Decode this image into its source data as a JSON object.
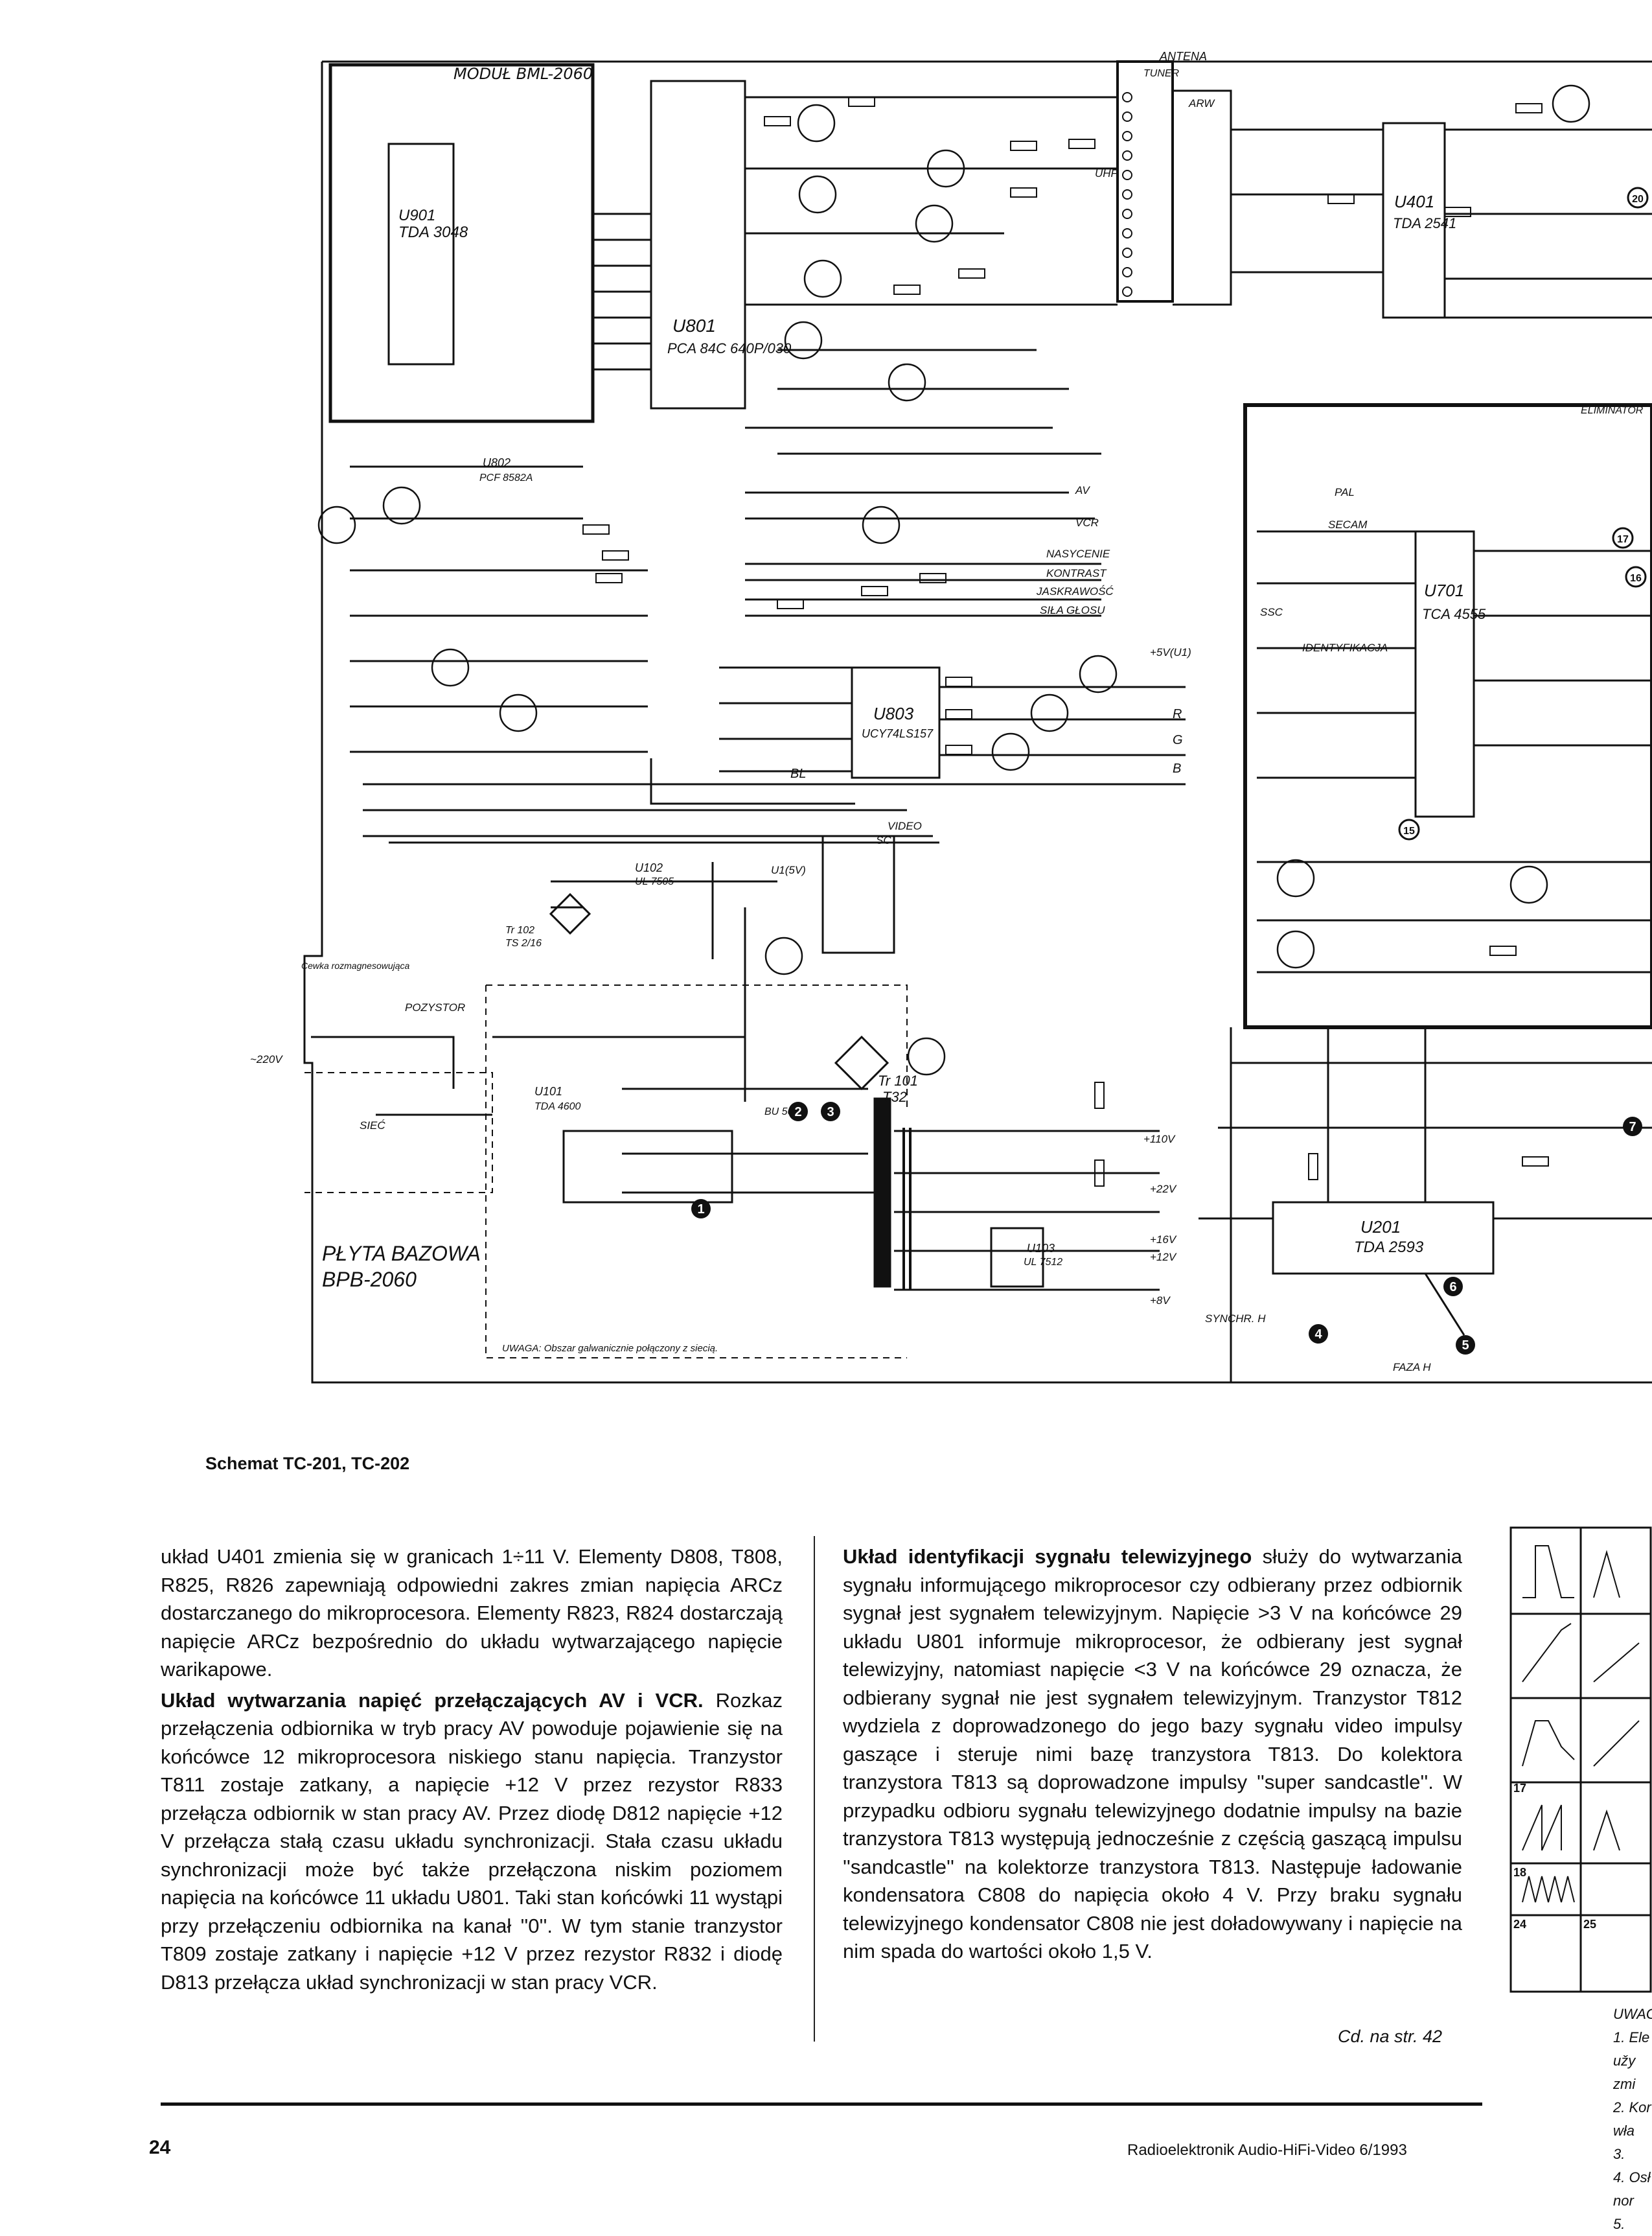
{
  "schematic": {
    "module_label": "MODUŁ BML-2060",
    "board_label_1": "PŁYTA BAZOWA",
    "board_label_2": "BPB-2060",
    "antenna_label": "ANTENA",
    "tuner_label": "TUNER",
    "eliminator_label": "ELIMINATOR",
    "uwaga_note": "UWAGA: Obszar galwanicznie połączony z siecią.",
    "ics": {
      "u901": "U901",
      "u901_type": "TDA 3048",
      "u801": "U801",
      "u801_type": "PCA 84C 640P/030",
      "u803": "U803",
      "u803_type": "UCY74LS157",
      "u401": "U401",
      "u401_type": "TDA 2541",
      "u701": "U701",
      "u701_type": "TCA 4555",
      "u201": "U201",
      "u201_type": "TDA 2593",
      "u802": "U802",
      "u802_type": "PCF 8582A",
      "u101": "U101",
      "u101_type": "TDA 4600",
      "u102": "U102",
      "u102_type": "UL 7505",
      "u103": "U103",
      "u103_type": "UL 7512",
      "tr101": "Tr 101",
      "tr101_type": "T32",
      "tr102": "Tr 102",
      "tr102_type": "TS 2/16",
      "bu508a": "BU 508A"
    },
    "signal_labels": {
      "nasycenie": "NASYCENIE",
      "kontrast": "KONTRAST",
      "jaskrawosc": "JASKRAWOŚĆ",
      "sila_glosu": "SIŁA GŁOSU",
      "av": "AV",
      "vcr": "VCR",
      "video": "VIDEO",
      "sc": "SC",
      "pal": "PAL",
      "secam": "SECAM",
      "ssc": "SSC",
      "identyfikacja": "IDENTYFIKACJA",
      "uhf": "UHF",
      "arw": "ARW",
      "r": "R",
      "g": "G",
      "b": "B",
      "bl": "BL",
      "synchr": "SYNCHR. H",
      "faza": "FAZA H",
      "pozystor": "POZYSTOR",
      "siec": "SIEĆ",
      "cewka": "Cewka rozmagnesowująca",
      "mains_voltage": "~220V",
      "v110": "+110V",
      "v22": "+22V",
      "v16": "+16V",
      "v12": "+12V",
      "v8": "+8V",
      "v5": "+5V(U1)",
      "v5b": "U1(5V)"
    },
    "markers": [
      "1",
      "2",
      "3",
      "4",
      "5",
      "6",
      "7",
      "15",
      "16",
      "17",
      "20"
    ]
  },
  "caption": "Schemat TC-201, TC-202",
  "col_left": {
    "p1": "układ U401 zmienia się w granicach 1÷11 V. Elementy D808, T808, R825, R826 zapewniają odpowiedni zakres zmian napięcia ARCz dostarczanego do mikroprocesora. Elementy R823, R824 dostarczają napięcie ARCz bezpośrednio do układu wytwarzającego napięcie warikapowe.",
    "p2_title": "Układ wytwarzania napięć przełączających AV i VCR.",
    "p2": " Rozkaz przełączenia odbiornika w tryb pracy AV powoduje pojawienie się na końcówce 12 mikroprocesora niskiego stanu napięcia. Tranzystor T811 zostaje zatkany, a napięcie +12 V przez rezystor R833 przełącza odbiornik w stan pracy AV. Przez diodę D812 napięcie +12 V przełącza stałą czasu układu synchronizacji. Stała czasu układu synchronizacji może być także przełączona niskim poziomem napięcia na końcówce 11 układu U801. Taki stan końcówki 11 wystąpi przy przełączeniu odbiornika na kanał ''0''. W tym stanie tranzystor T809 zostaje zatkany i napięcie +12 V przez rezystor R832 i diodę D813 przełącza układ synchronizacji w stan pracy VCR."
  },
  "col_right": {
    "p1_title": "Układ identyfikacji sygnału telewizyjnego",
    "p1": " służy do wytwarzania sygnału informującego mikroprocesor czy odbierany przez odbiornik sygnał jest sygnałem telewizyjnym. Napięcie >3 V na końcówce 29 układu U801 informuje mikroprocesor, że odbierany jest sygnał telewizyjny, natomiast napięcie <3 V na końcówce 29 oznacza, że odbierany sygnał nie jest sygnałem telewizyjnym. Tranzystor T812 wydziela z doprowadzonego do jego bazy sygnału video impulsy gaszące i steruje nimi bazę tranzystora T813. Do kolektora tranzystora T813 są doprowadzone impulsy ''super sandcastle''. W przypadku odbioru sygnału telewizyjnego dodatnie impulsy na bazie tranzystora T813 występują jednocześnie z częścią gaszącą impulsu ''sandcastle'' na kolektorze tranzystora T813. Następuje ładowanie kondensatora C808 do napięcia około 4 V. Przy braku sygnału telewizyjnego kondensator C808 nie jest doładowywany i napięcie na nim spada do wartości około 1,5 V."
  },
  "continued": "Cd. na str. 42",
  "page_number": "24",
  "journal": "Radioelektronik Audio-HiFi-Video 6/1993",
  "right_strip": {
    "waveform_labels": [
      "17",
      "18",
      "24",
      "25"
    ],
    "notes_title": "UWAG",
    "notes": [
      "1. Ele",
      "užy",
      "zmi",
      "2. Kor",
      "wła",
      "3.",
      "4. Osł",
      "nor",
      "5."
    ]
  }
}
